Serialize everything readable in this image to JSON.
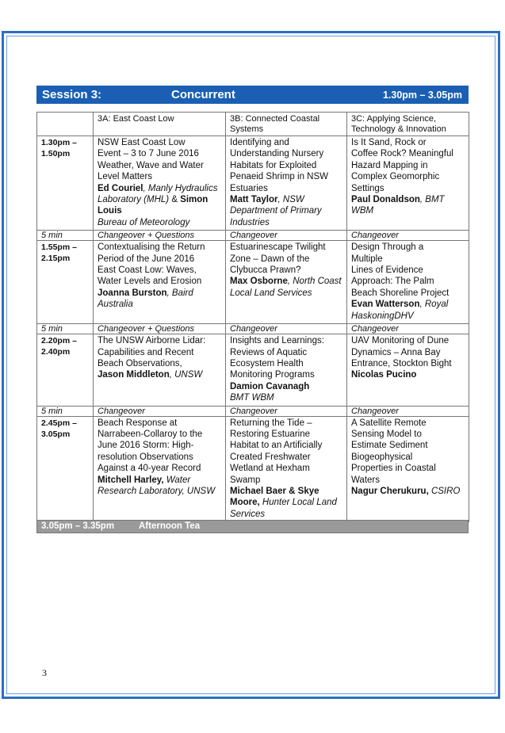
{
  "session": {
    "label": "Session 3:",
    "type": "Concurrent",
    "time": "1.30pm – 3.05pm"
  },
  "columns": [
    "",
    "3A: East Coast Low",
    "3B: Connected Coastal Systems",
    "3C: Applying Science, Technology & Innovation"
  ],
  "slots": [
    {
      "time": [
        "1.30pm –",
        "1.50pm"
      ],
      "a": {
        "title": [
          "NSW East Coast Low",
          "Event – 3 to 7 June 2016",
          "Weather, Wave and Water",
          "Level Matters"
        ],
        "speaker1": "Ed Couriel",
        "aff1": ", Manly Hydraulics Laboratory (MHL)",
        "joiner": " & ",
        "speaker2": "Simon Louis",
        "aff2": "Bureau of Meteorology"
      },
      "b": {
        "title": [
          "Identifying and",
          "Understanding Nursery",
          "Habitats for Exploited",
          "Penaeid Shrimp in NSW",
          "Estuaries"
        ],
        "speaker": "Matt Taylor",
        "aff": ", NSW Department of Primary Industries"
      },
      "c": {
        "title": [
          "Is It Sand, Rock or",
          "Coffee Rock? Meaningful",
          "Hazard Mapping in",
          "Complex Geomorphic",
          "Settings"
        ],
        "speaker": "Paul Donaldson",
        "aff": ", BMT WBM"
      }
    },
    {
      "time": [
        "1.55pm –",
        "2.15pm"
      ],
      "a": {
        "title": [
          "Contextualising the Return",
          "Period of the June 2016",
          "East Coast Low: Waves,",
          "Water Levels and Erosion"
        ],
        "speaker": "Joanna Burston",
        "aff": ", Baird Australia"
      },
      "b": {
        "title": [
          "Estuarinescape Twilight",
          "Zone – Dawn of the",
          "Clybucca Prawn?"
        ],
        "speaker": "Max Osborne",
        "aff": ", North Coast Local Land Services"
      },
      "c": {
        "title": [
          "Design Through a",
          "Multiple",
          "Lines of Evidence",
          "Approach: The Palm",
          "Beach Shoreline Project"
        ],
        "speaker": "Evan Watterson",
        "aff": ", Royal HaskoningDHV"
      }
    },
    {
      "time": [
        "2.20pm –",
        "2.40pm"
      ],
      "a": {
        "title": [
          "The UNSW Airborne Lidar:",
          "Capabilities and Recent",
          "Beach Observations,"
        ],
        "speaker": "Jason Middleton",
        "aff": ", UNSW"
      },
      "b": {
        "title": [
          "Insights and Learnings:",
          "Reviews of Aquatic",
          "Ecosystem Health",
          "Monitoring Programs"
        ],
        "speaker": "Damion Cavanagh",
        "aff": "BMT WBM"
      },
      "c": {
        "title": [
          "UAV Monitoring of Dune",
          "Dynamics – Anna Bay",
          "Entrance, Stockton Bight"
        ],
        "speaker": "Nicolas Pucino",
        "aff": ""
      }
    },
    {
      "time": [
        "2.45pm –",
        "3.05pm"
      ],
      "a": {
        "title": [
          "Beach Response at",
          "Narrabeen-Collaroy to the",
          "June 2016 Storm: High-",
          "resolution Observations",
          "Against a 40-year Record"
        ],
        "speaker": "Mitchell Harley,",
        "aff": " Water Research Laboratory, UNSW"
      },
      "b": {
        "title": [
          "Returning the Tide –",
          "Restoring Estuarine",
          "Habitat to an Artificially",
          "Created Freshwater",
          "Wetland at Hexham",
          "Swamp"
        ],
        "speaker": "Michael Baer & Skye Moore,",
        "aff": " Hunter Local Land Services"
      },
      "c": {
        "title": [
          "A Satellite Remote",
          "Sensing Model to",
          "Estimate Sediment",
          "Biogeophysical",
          "Properties in Coastal",
          "Waters"
        ],
        "speaker": "Nagur Cherukuru,",
        "aff": " CSIRO"
      }
    }
  ],
  "changeovers": [
    {
      "label": "5 min",
      "a": "Changeover + Questions",
      "b": "Changeover",
      "c": "Changeover"
    },
    {
      "label": "5 min",
      "a": "Changeover + Questions",
      "b": "Changeover",
      "c": "Changeover"
    },
    {
      "label": "5 min",
      "a": "Changeover",
      "b": "Changeover",
      "c": "Changeover"
    }
  ],
  "tea": {
    "time": "3.05pm – 3.35pm",
    "label": "Afternoon Tea"
  },
  "page_number": "3"
}
